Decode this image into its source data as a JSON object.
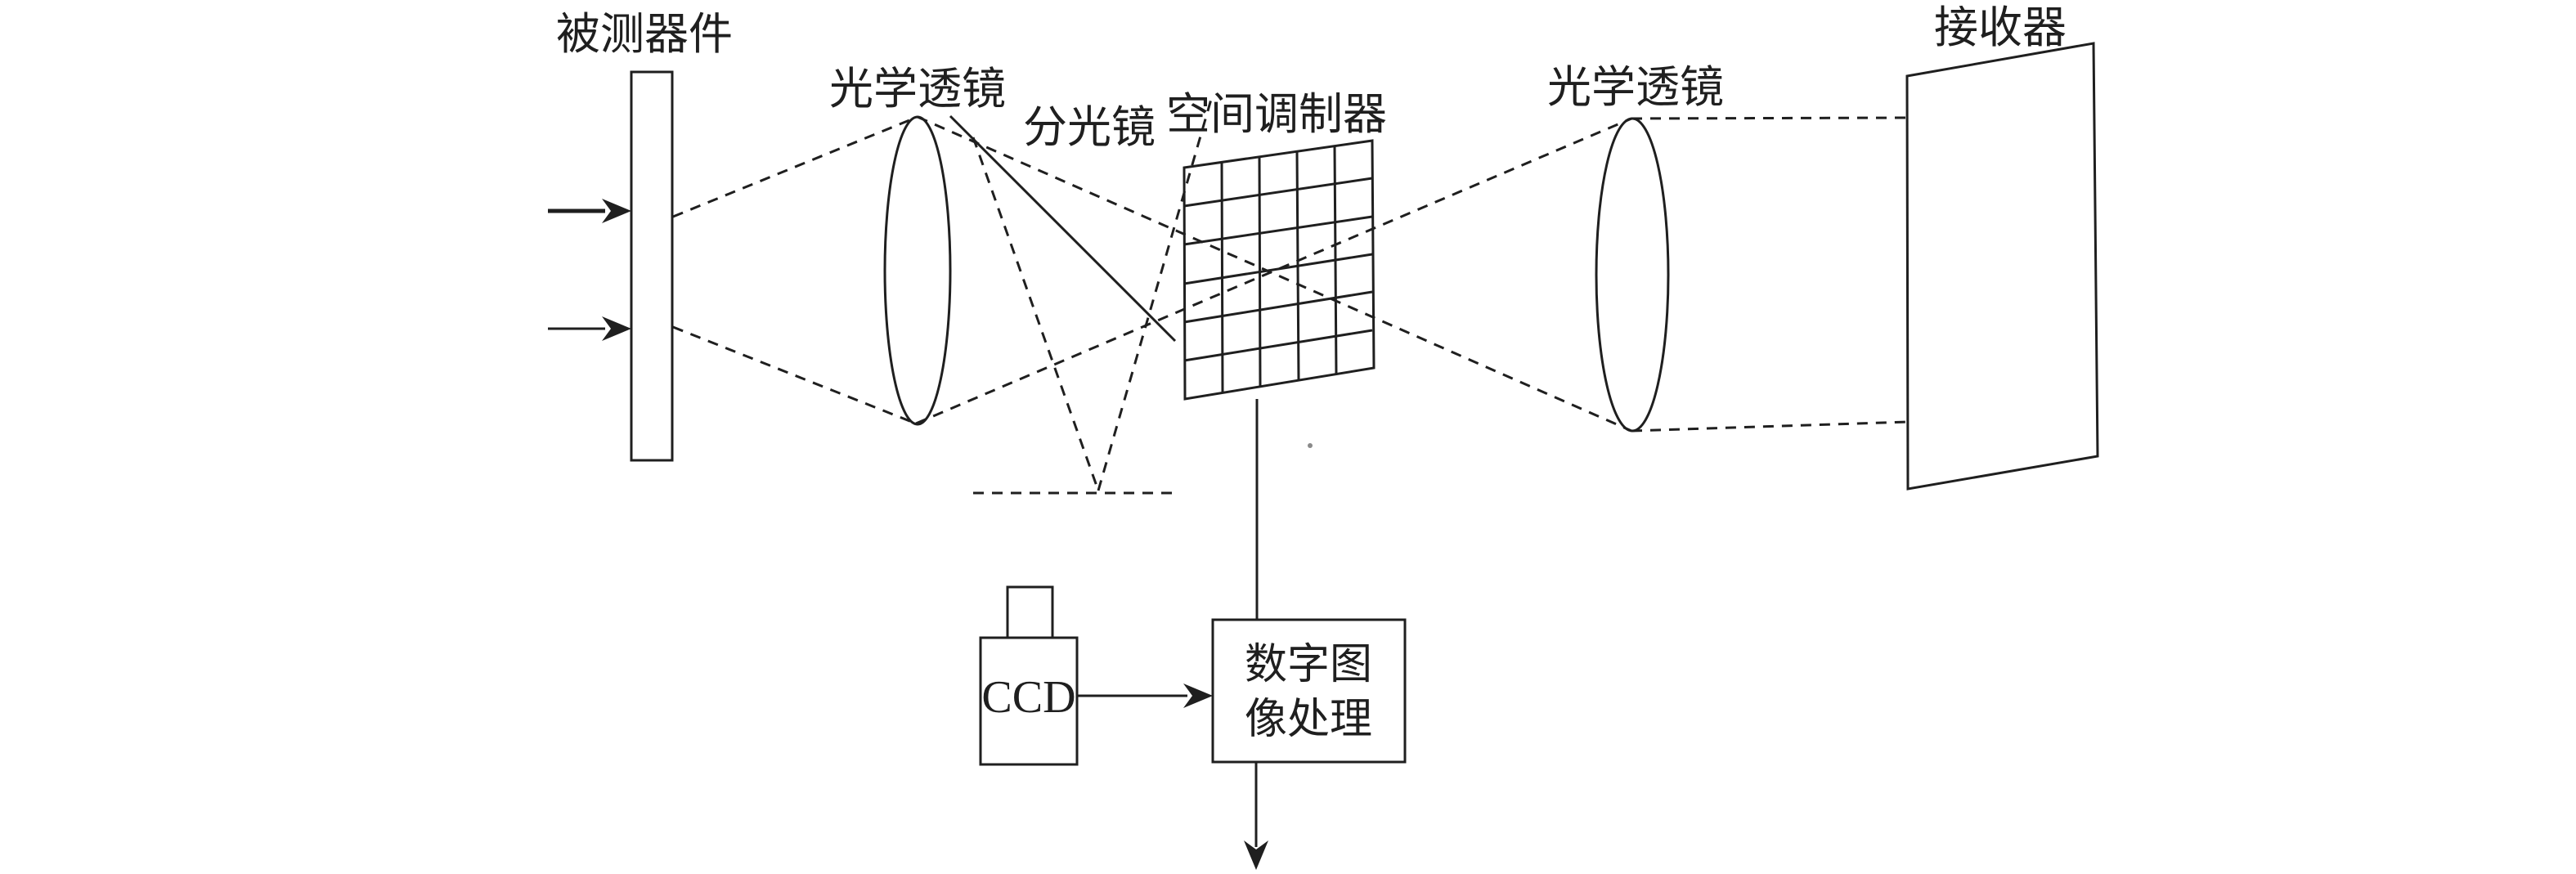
{
  "diagram_type": "optical-system-schematic",
  "colors": {
    "ink": "#1f1f1f",
    "background": "#ffffff"
  },
  "components": {
    "device_under_test": {
      "label": "被测器件"
    },
    "lens_left": {
      "label": "光学透镜"
    },
    "beam_splitter": {
      "label": "分光镜"
    },
    "spatial_modulator": {
      "label": "空间调制器",
      "grid_columns": 5,
      "grid_rows": 6
    },
    "lens_right": {
      "label": "光学透镜"
    },
    "receiver": {
      "label": "接收器"
    },
    "ccd": {
      "label": "CCD"
    },
    "image_processing": {
      "label_line1": "数字图",
      "label_line2": "像处理"
    }
  },
  "icons": {
    "input_arrows": "two horizontal arrows entering device under test",
    "flow_arrows": "modulator-to-processor line, ccd-to-processor arrow, processor output arrow"
  }
}
